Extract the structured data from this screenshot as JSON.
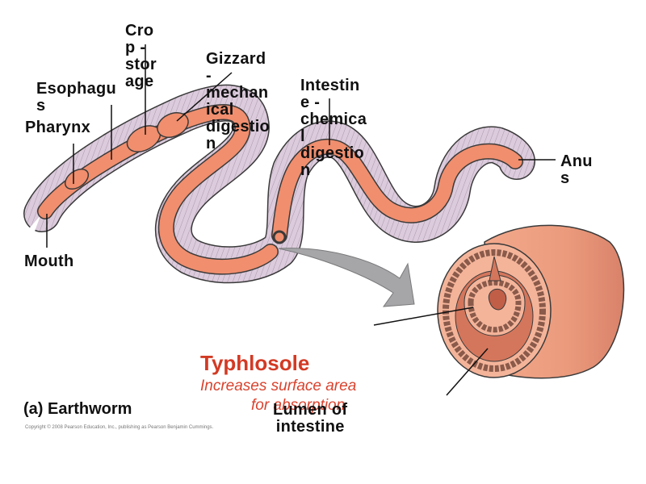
{
  "figure": {
    "caption": "(a) Earthworm",
    "copyright": "Copyright © 2008 Pearson Education, Inc., publishing as Pearson Benjamin Cummings."
  },
  "labels": {
    "crop": "Cro\np -\nstor\nage",
    "esophagus": "Esophagu\ns",
    "pharynx": "Pharynx",
    "gizzard": "Gizzard\n-\nmechan\nical\ndigestio\nn",
    "intestine": "Intestin\ne -\nchemica\nl\ndigestio\nn",
    "anus": "Anu\ns",
    "mouth": "Mouth",
    "lumen": "Lumen of\nintestine"
  },
  "typhlosole": {
    "title": "Typhlosole",
    "line1": "Increases surface area",
    "line2": "for absorption"
  },
  "colors": {
    "body": "#dccbdc",
    "gut": "#f08e6e",
    "outline": "#3a3a3a",
    "arrow": "#a6a6a8",
    "accent_red": "#d33a24"
  }
}
